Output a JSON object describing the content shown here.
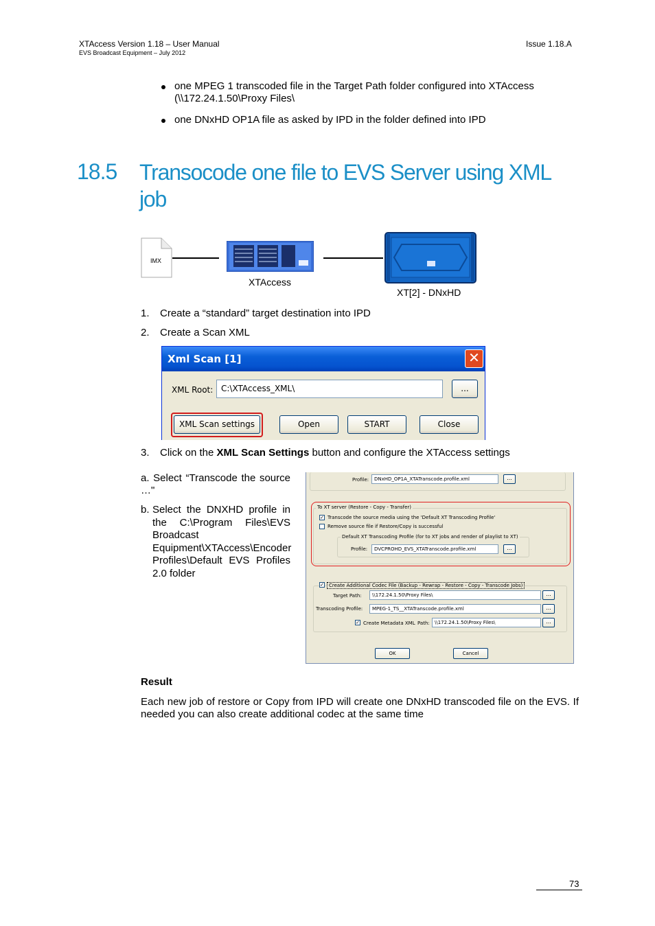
{
  "header": {
    "title": "XTAccess Version 1.18 – User Manual",
    "subtitle": "EVS Broadcast Equipment – July 2012",
    "issue": "Issue 1.18.A"
  },
  "bullets": [
    {
      "line1": "one MPEG 1 transcoded file in the Target Path folder configured into XTAccess",
      "line2": "(\\\\172.24.1.50\\Proxy Files\\"
    },
    {
      "line1": "one DNxHD OP1A file as asked by IPD in the folder defined into IPD"
    }
  ],
  "section": {
    "number": "18.5",
    "title": "Transocode one file to EVS Server using XML job"
  },
  "diagram": {
    "source_label": "IMX",
    "middle_label": "XTAccess",
    "target_label": "XT[2]  - DNxHD"
  },
  "steps": [
    {
      "num": "1.",
      "text": "Create a “standard” target destination into IPD"
    },
    {
      "num": "2.",
      "text": "Create a Scan XML"
    },
    {
      "num": "3.",
      "pre": "Click on the ",
      "bold": "XML Scan Settings",
      "post": " button and configure the XTAccess settings"
    }
  ],
  "xml_dialog": {
    "title": "Xml Scan [1]",
    "close_glyph": "✕",
    "root_label": "XML Root:",
    "root_value": "C:\\XTAccess_XML\\",
    "browse_label": "...",
    "buttons": [
      "XML Scan settings",
      "Open",
      "START",
      "Close"
    ]
  },
  "sub_steps": {
    "a": "a.  Select  “Transcode  the source …\"",
    "b_letter": "b.",
    "b": "Select the DNXHD profile in the C:\\Program Files\\EVS Broadcast Equipment\\XTAccess\\Encoder Profiles\\Default EVS Profiles 2.0 folder"
  },
  "settings_panel": {
    "profile_label": "Profile:",
    "profile_value": "DNxHD_OP1A_XTATranscode.profile.xml",
    "group1_title": "To XT server (Restore - Copy - Transfer)",
    "check1": "Transcode the source media using the 'Default XT Transcoding Profile'",
    "check2": "Remove source file if Restore/Copy is successful",
    "subgroup_title": "Default XT Transcoding Profile (for to XT jobs and render of playlist to XT)",
    "xt_profile_label": "Profile:",
    "xt_profile_value": "DVCPROHD_EVS_XTATranscode.profile.xml",
    "group2_title": "Create Additional Codec File (Backup - Rewrap - Restore - Copy - Transcode Jobs)",
    "target_path_label": "Target Path:",
    "target_path_value": "\\\\172.24.1.50\\Proxy Files\\",
    "transcoding_profile_label": "Transcoding Profile:",
    "transcoding_profile_value": "MPEG-1_TS__XTATranscode.profile.xml",
    "metadata_label": "Create Metadata XML",
    "path_label": "Path:",
    "path_value": "\\\\172.24.1.50\\Proxy Files\\",
    "browse_label": "...",
    "ok_label": "OK",
    "cancel_label": "Cancel"
  },
  "result": {
    "heading": "Result",
    "text": "Each new job of restore or Copy from IPD will create one DNxHD transcoded file on the EVS. If needed you can also create additional codec at the same time"
  },
  "page_number": "73"
}
